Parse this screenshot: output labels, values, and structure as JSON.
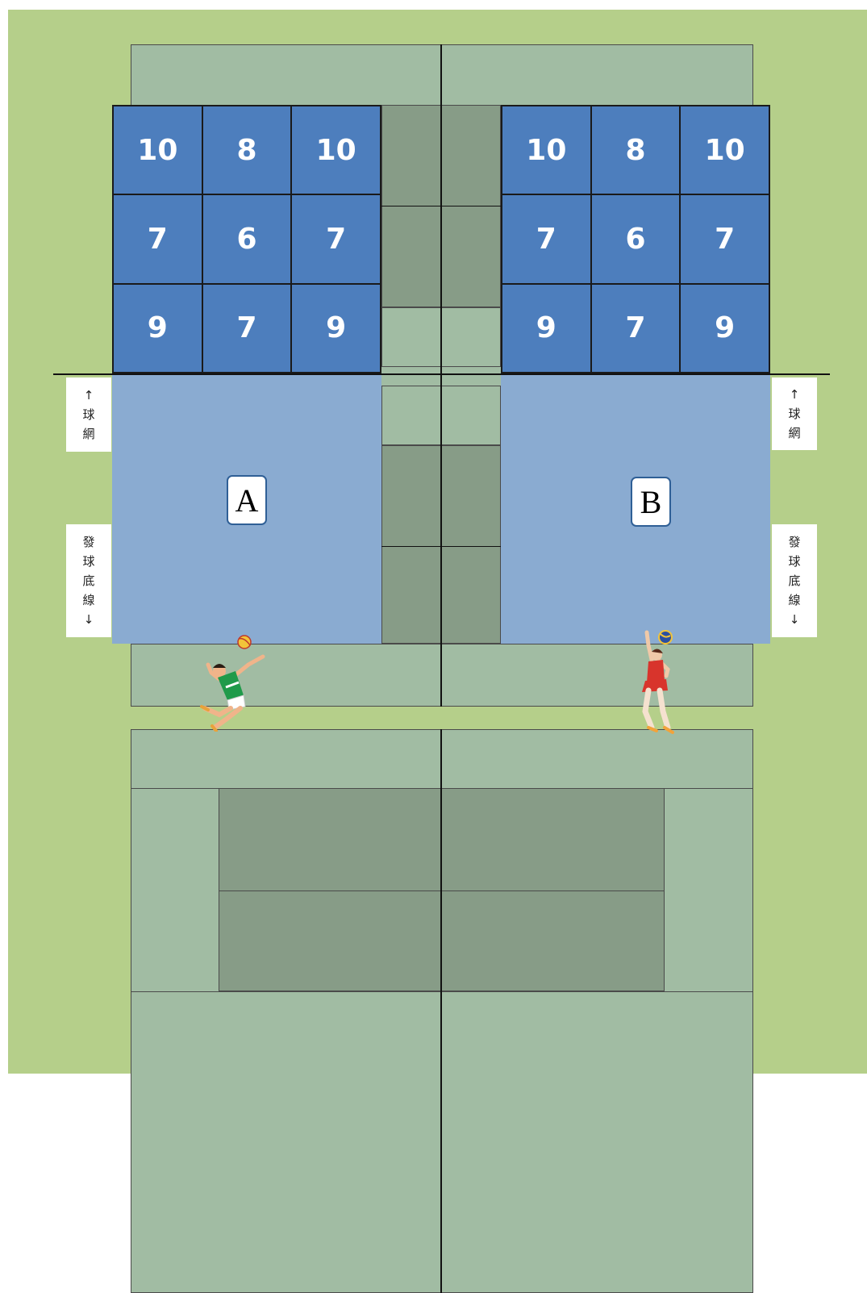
{
  "left_grid": [
    "10",
    "8",
    "10",
    "7",
    "6",
    "7",
    "9",
    "7",
    "9"
  ],
  "right_grid": [
    "10",
    "8",
    "10",
    "7",
    "6",
    "7",
    "9",
    "7",
    "9"
  ],
  "zone_a_label": "A",
  "zone_b_label": "B",
  "net_label": {
    "arrow": "↑",
    "chars": [
      "球",
      "網"
    ]
  },
  "serve_label": {
    "chars": [
      "發",
      "球",
      "底",
      "線"
    ],
    "arrow": "↓"
  },
  "colors": {
    "background": "#b5cf8a",
    "court_light": "#a1bca3",
    "court_dark": "#879c87",
    "grid_cell": "#4d7ebd",
    "zone": "#8aabd1",
    "player_a_jersey": "#1f9a4a",
    "player_b_jersey": "#d8342c"
  },
  "icons": [
    "volleyball-player-green-icon",
    "volleyball-player-red-icon",
    "volleyball-icon"
  ]
}
